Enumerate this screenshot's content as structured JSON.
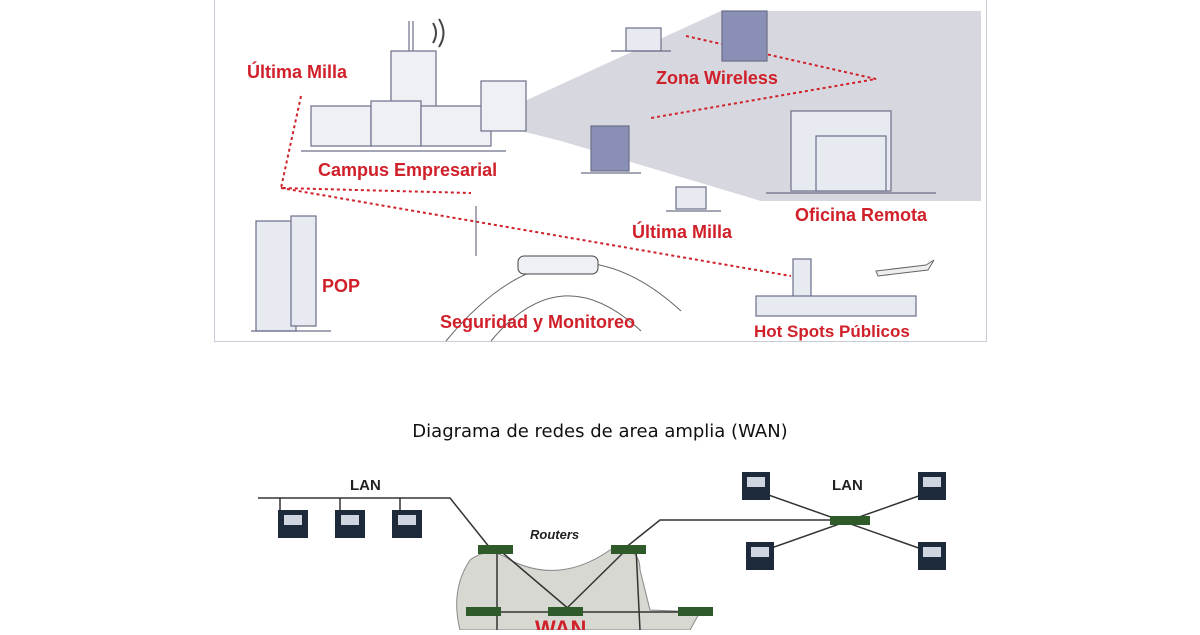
{
  "figure1": {
    "labels": {
      "ultima_milla_1": "Última Milla",
      "campus": "Campus Empresarial",
      "zona_wireless": "Zona Wireless",
      "oficina_remota": "Oficina Remota",
      "ultima_milla_2": "Última Milla",
      "pop": "POP",
      "seguridad": "Seguridad y Monitoreo",
      "hotspots": "Hot Spots  Públicos"
    },
    "label_color": "#d0202a"
  },
  "caption": "Diagrama de redes de area amplia (WAN)",
  "figure2": {
    "lan_left": "LAN",
    "lan_right": "LAN",
    "routers": "Routers",
    "wan": "WAN"
  }
}
